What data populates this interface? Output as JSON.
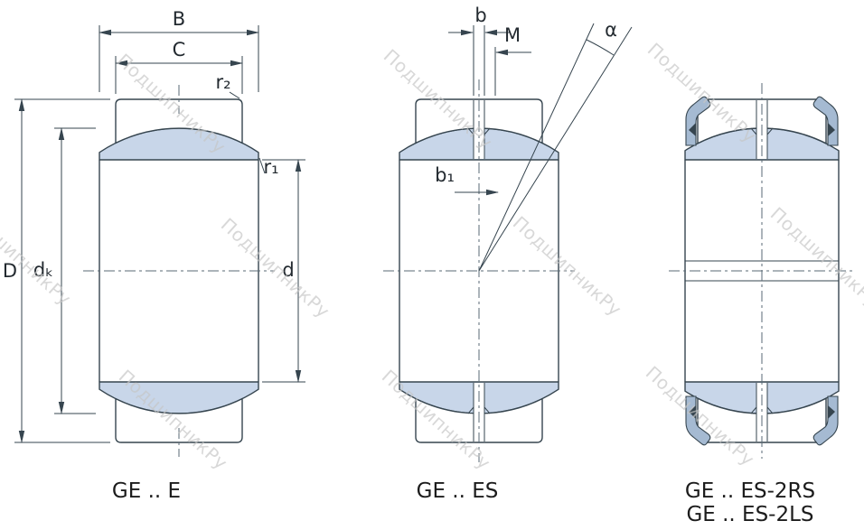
{
  "watermark": {
    "text": "ПодшипникРу",
    "color": "#c6c6c6"
  },
  "drawing": {
    "fill_color": "#c8d6e9",
    "outline_color": "#36454f",
    "background": "#ffffff"
  },
  "figures": {
    "ge_e": {
      "caption": "GE .. E",
      "dims": {
        "B": "B",
        "C": "C",
        "r2": "r₂",
        "r1": "r₁",
        "D": "D",
        "dk": "dₖ",
        "d": "d"
      }
    },
    "ge_es": {
      "caption": "GE .. ES",
      "dims": {
        "b": "b",
        "M": "M",
        "b1": "b₁",
        "alpha": "α"
      }
    },
    "ge_es_seals": {
      "caption_line1": "GE .. ES-2RS",
      "caption_line2": "GE .. ES-2LS"
    }
  }
}
